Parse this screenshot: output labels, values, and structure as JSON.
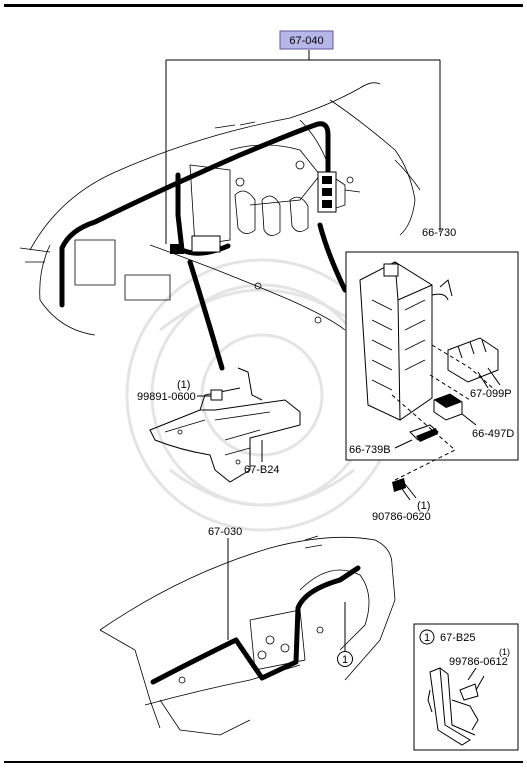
{
  "diagram": {
    "labels": {
      "main_part": "67-040",
      "fuse_block": "66-730",
      "relay": "67-099P",
      "fuse_a": "66-497D",
      "fuse_b": "66-739B",
      "bolt_a_qty": "(1)",
      "bolt_a": "90786-0620",
      "nut_qty": "(1)",
      "nut": "99891-0600",
      "bracket": "67-B24",
      "dash_harness": "67-030",
      "callout_num": "1",
      "inset_num": "1",
      "inset_part": "67-B25",
      "inset_bolt_qty": "(1)",
      "inset_bolt": "99786-0612"
    },
    "colors": {
      "highlight_fill": "#b6b6e8",
      "highlight_border": "#5a5aa0",
      "line": "#000000"
    }
  }
}
